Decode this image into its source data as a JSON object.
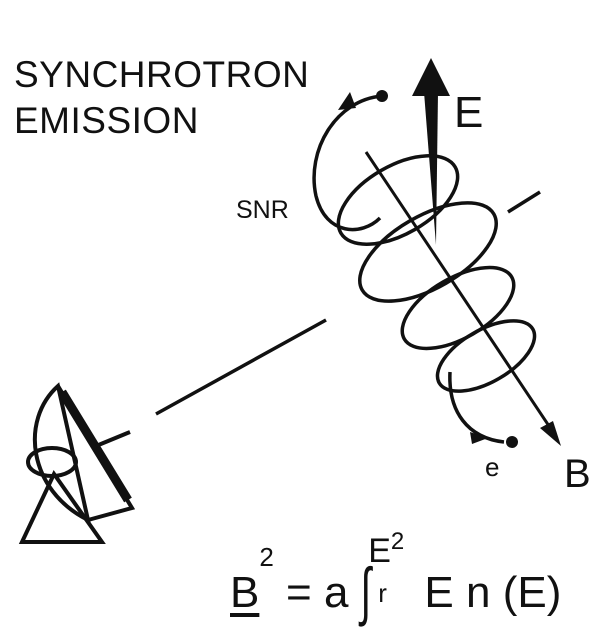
{
  "title_line1": "SYNCHROTRON",
  "title_line2": "EMISSION",
  "label_E": "E",
  "label_snr": "SNR",
  "label_e": "e",
  "label_B": "B",
  "formula": {
    "B": "B",
    "exp": "2",
    "eq": " = a ",
    "integral": "∫",
    "upper_base": "E",
    "upper_exp": "2",
    "lower": "r",
    "rest": " E n (E)"
  }
}
